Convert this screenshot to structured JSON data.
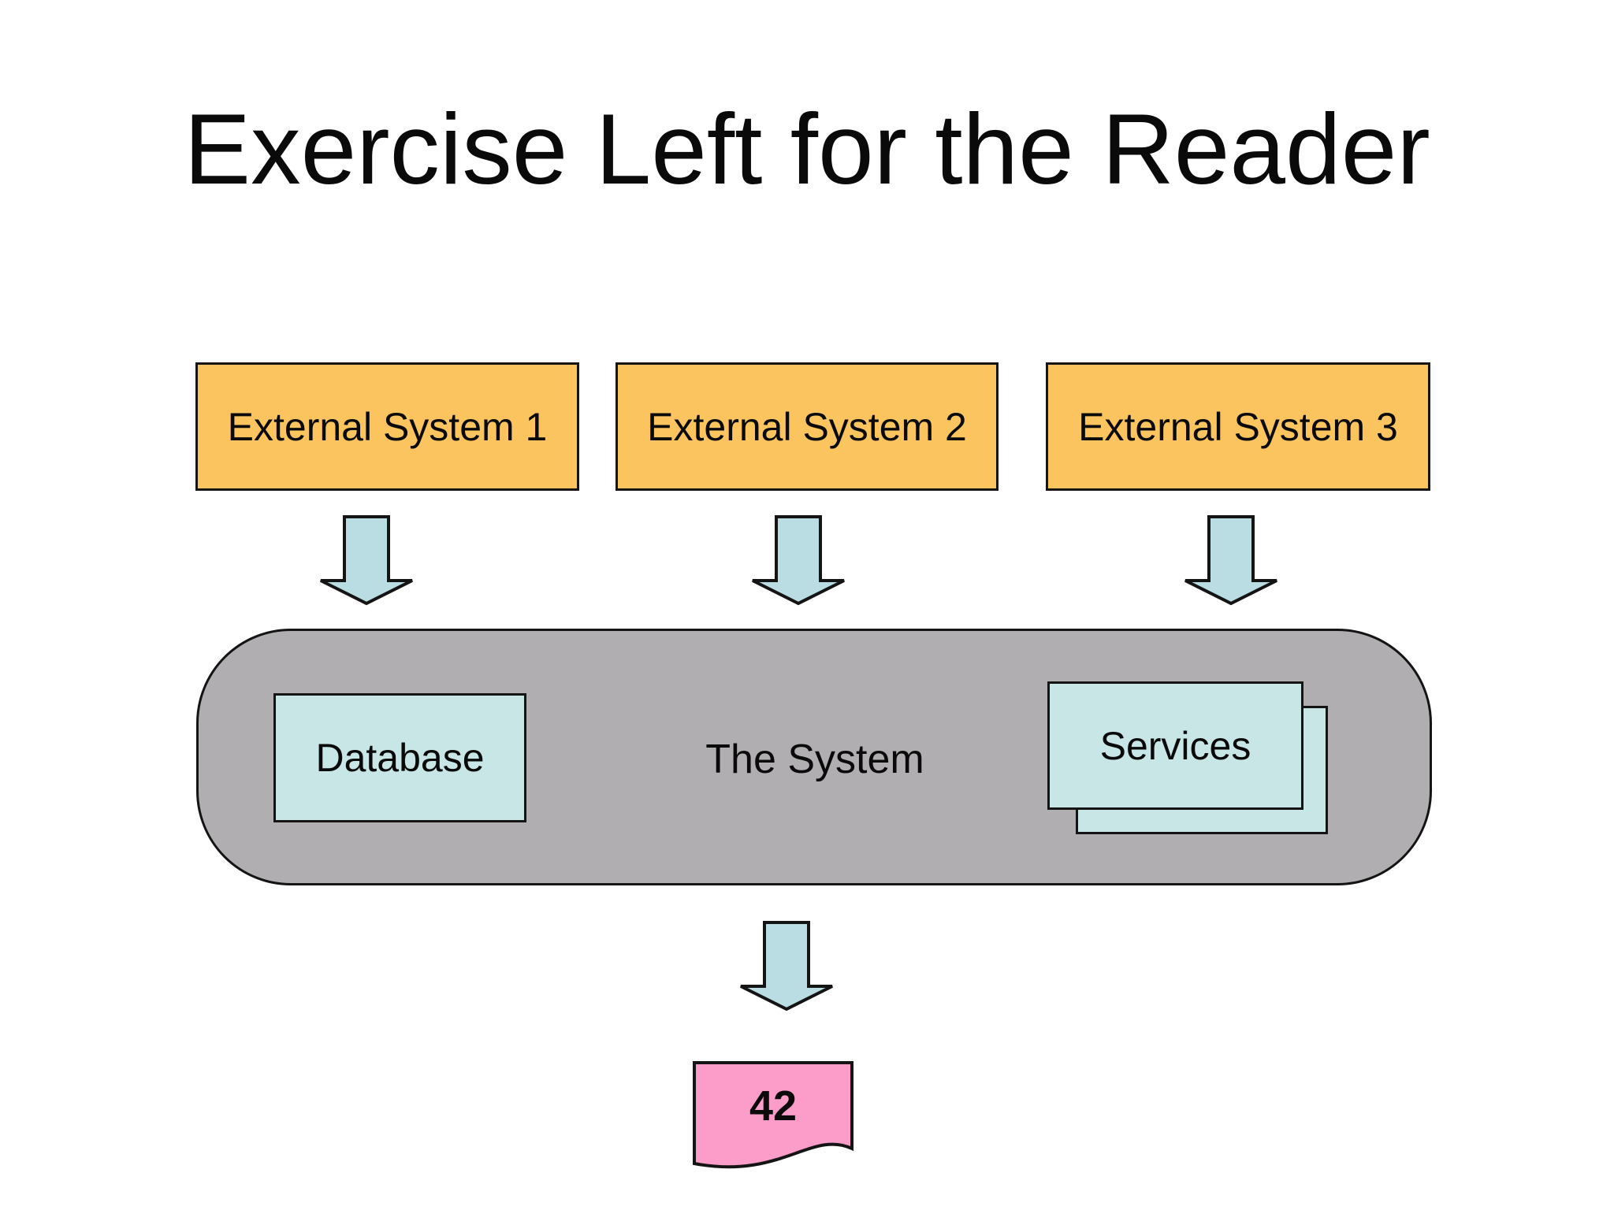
{
  "slide": {
    "title": "Exercise Left for the Reader"
  },
  "colors": {
    "external_box_fill": "#FCC45E",
    "arrow_fill": "#BADCE3",
    "inner_box_fill": "#C9E6E6",
    "system_fill": "#B0AEB0",
    "document_fill": "#FB9CC9",
    "outline": "#141414",
    "background": "#FFFFFF",
    "text": "#0A0A0A"
  },
  "external_systems": [
    {
      "label": "External System 1"
    },
    {
      "label": "External System 2"
    },
    {
      "label": "External System 3"
    }
  ],
  "system": {
    "label": "The System",
    "database_label": "Database",
    "services_label": "Services"
  },
  "output_document": {
    "label": "42"
  },
  "icons": {
    "flow_arrow": "down-arrow"
  }
}
